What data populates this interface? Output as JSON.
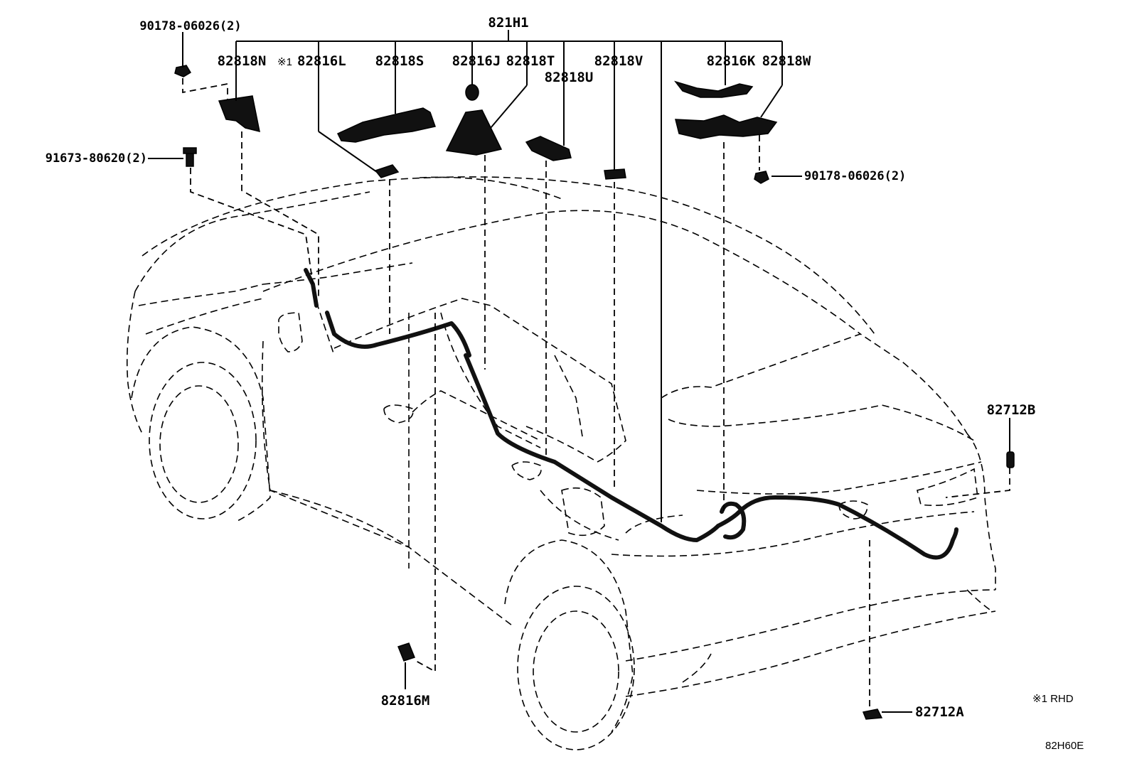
{
  "diagram": {
    "labels": {
      "assembly": "821H1",
      "nut_top_left": "90178-06026(2)",
      "bolt_left": "91673-80620(2)",
      "p82818N": "82818N",
      "p82816L": "82816L",
      "rhd_mark": "※1",
      "p82818S": "82818S",
      "p82816J": "82816J",
      "p82818T": "82818T",
      "p82818U": "82818U",
      "p82818V": "82818V",
      "p82816K": "82816K",
      "p82818W": "82818W",
      "nut_right": "90178-06026(2)",
      "p82712B": "82712B",
      "p82816M": "82816M",
      "p82712A": "82712A"
    },
    "note": "※1 RHD",
    "figure_code": "82H60E"
  }
}
